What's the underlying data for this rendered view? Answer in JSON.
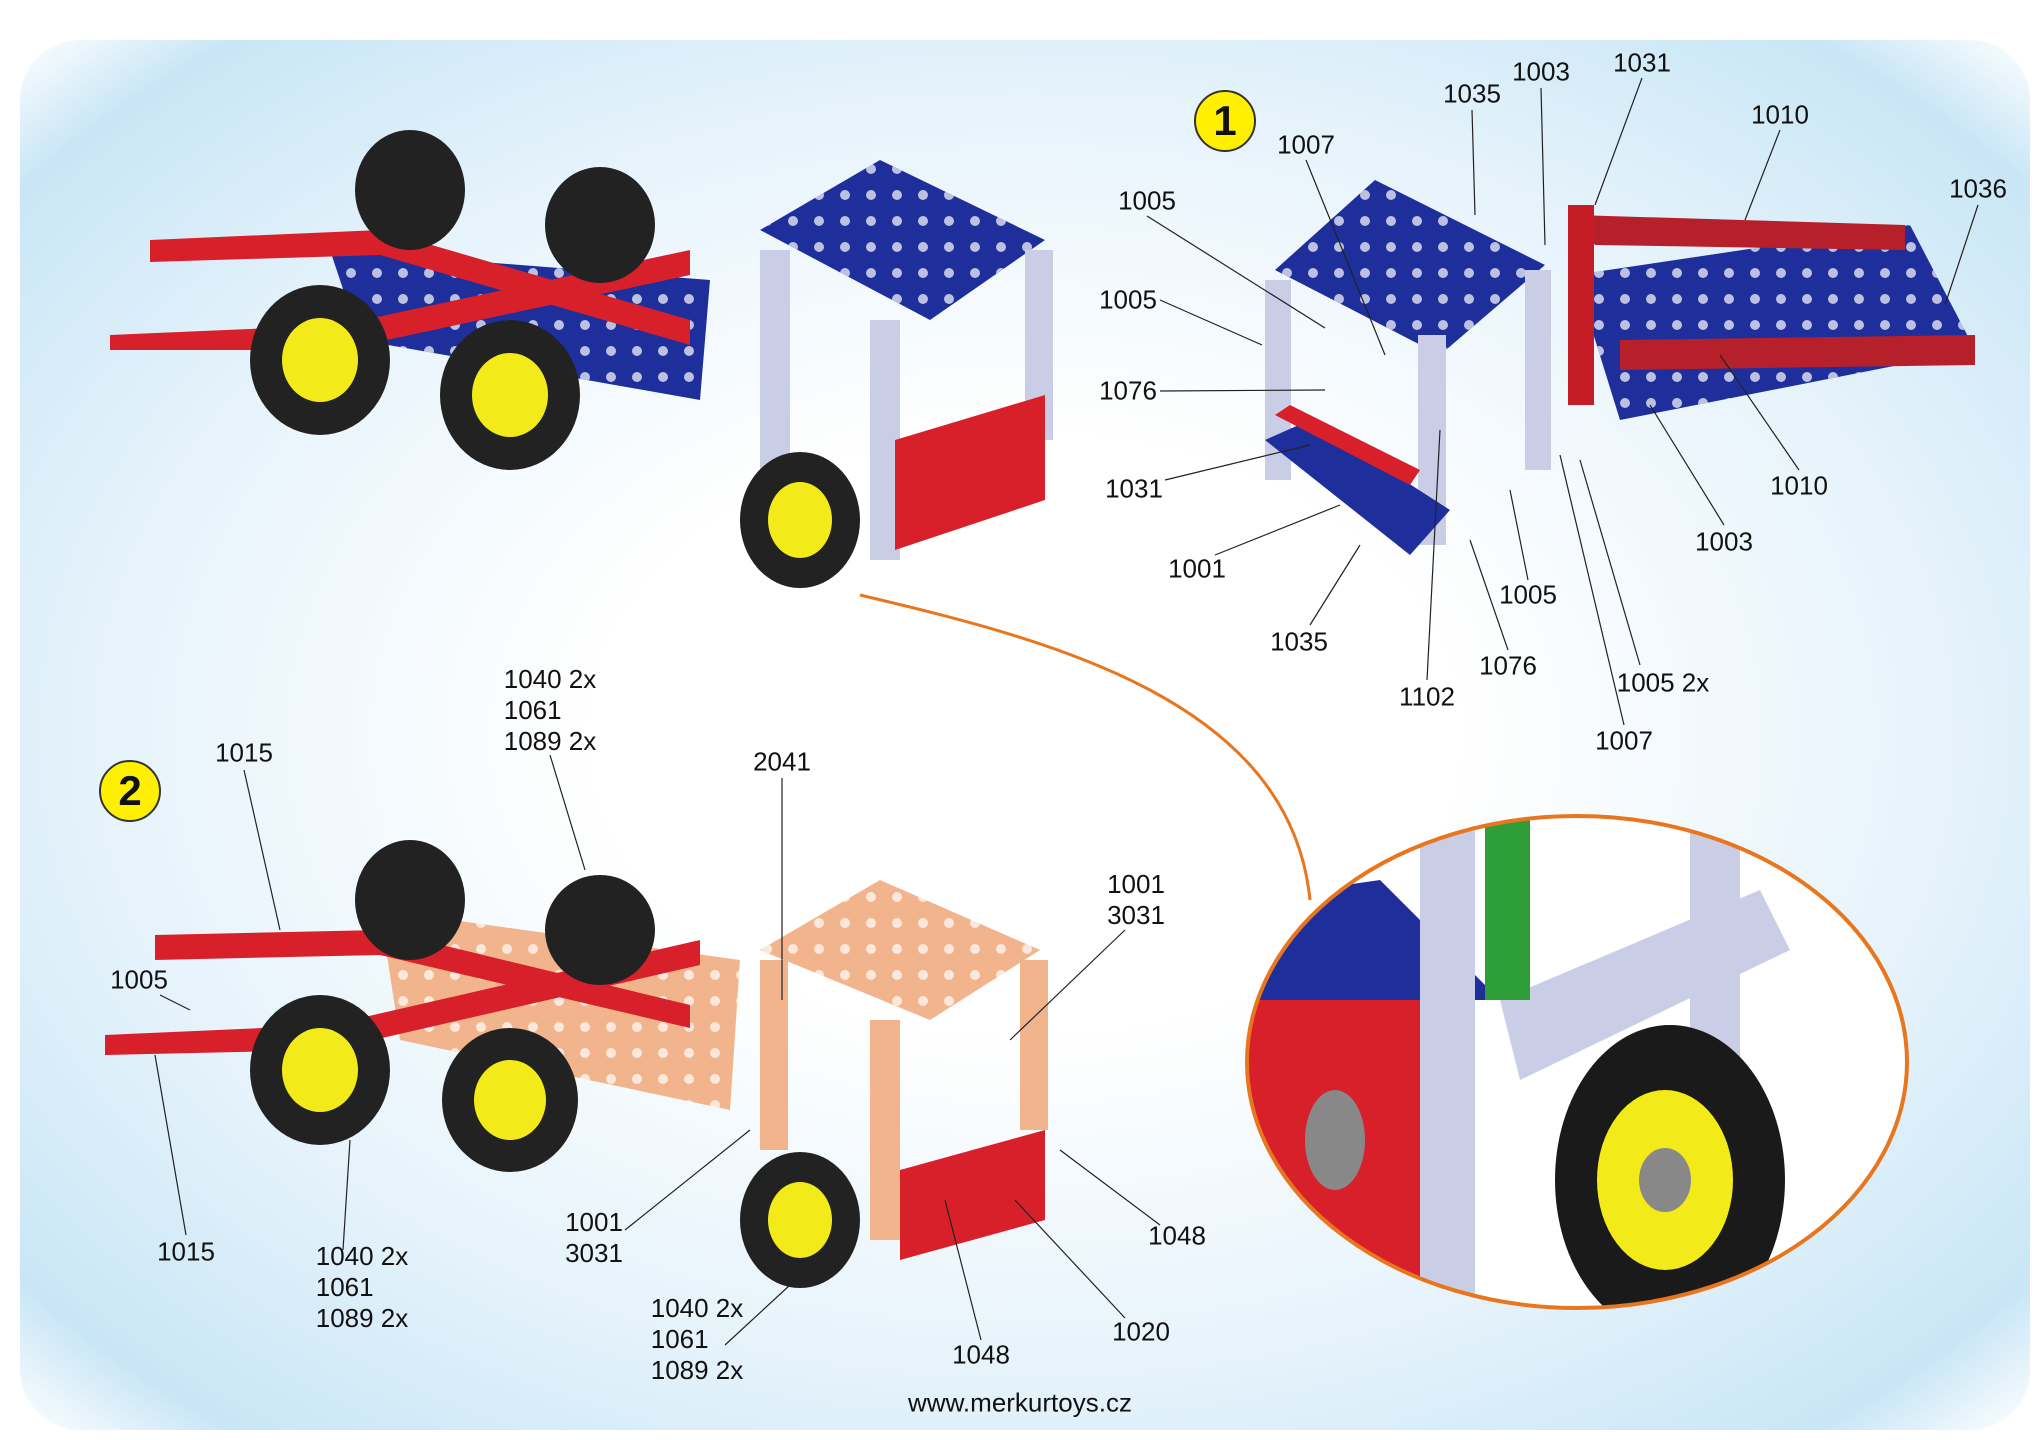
{
  "step1": {
    "badge": "1",
    "labels": [
      "1035",
      "1003",
      "1031",
      "1010",
      "1036",
      "1007",
      "1005",
      "1005",
      "1076",
      "1031",
      "1001",
      "1035",
      "1102",
      "1076",
      "1005",
      "1005 2x",
      "1007",
      "1003",
      "1010"
    ]
  },
  "step2": {
    "badge": "2",
    "labels": [
      "1015",
      "1005",
      "1015",
      "2041",
      "1048",
      "1020",
      "1048"
    ],
    "groups": [
      {
        "lines": [
          "1040 2x",
          "1061",
          "1089 2x"
        ]
      },
      {
        "lines": [
          "1040 2x",
          "1061",
          "1089 2x"
        ]
      },
      {
        "lines": [
          "1040 2x",
          "1061",
          "1089 2x"
        ]
      },
      {
        "lines": [
          "1001",
          "3031"
        ]
      },
      {
        "lines": [
          "1001",
          "3031"
        ]
      }
    ]
  },
  "footer": {
    "url": "www.merkurtoys.cz"
  },
  "colors": {
    "blue": "#1e2f9c",
    "red": "#d8202a",
    "silver": "#c9cde6",
    "copper": "#f2b48c",
    "badge": "#ffef00",
    "callout": "#e8761e"
  }
}
